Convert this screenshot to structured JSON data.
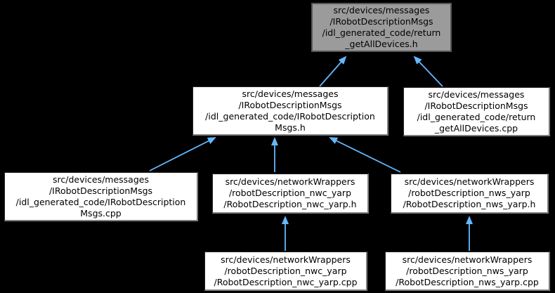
{
  "diagram": {
    "type": "include-dependency-graph",
    "background_color": "#000000",
    "edge_color": "#63b8ff",
    "node_fill": "#ffffff",
    "highlighted_node_fill": "#9b9b9b",
    "node_text_color": "#000000",
    "nodes": [
      {
        "id": "return_getAllDevices_h",
        "label": "src/devices/messages\n/IRobotDescriptionMsgs\n/idl_generated_code/return\n_getAllDevices.h",
        "highlighted": true
      },
      {
        "id": "IRobotDescriptionMsgs_h",
        "label": "src/devices/messages\n/IRobotDescriptionMsgs\n/idl_generated_code/IRobotDescription\nMsgs.h",
        "highlighted": false
      },
      {
        "id": "return_getAllDevices_cpp",
        "label": "src/devices/messages\n/IRobotDescriptionMsgs\n/idl_generated_code/return\n_getAllDevices.cpp",
        "highlighted": false
      },
      {
        "id": "IRobotDescriptionMsgs_cpp",
        "label": "src/devices/messages\n/IRobotDescriptionMsgs\n/idl_generated_code/IRobotDescription\nMsgs.cpp",
        "highlighted": false
      },
      {
        "id": "RobotDescription_nwc_yarp_h",
        "label": "src/devices/networkWrappers\n/robotDescription_nwc_yarp\n/RobotDescription_nwc_yarp.h",
        "highlighted": false
      },
      {
        "id": "RobotDescription_nws_yarp_h",
        "label": "src/devices/networkWrappers\n/robotDescription_nws_yarp\n/RobotDescription_nws_yarp.h",
        "highlighted": false
      },
      {
        "id": "RobotDescription_nwc_yarp_cpp",
        "label": "src/devices/networkWrappers\n/robotDescription_nwc_yarp\n/RobotDescription_nwc_yarp.cpp",
        "highlighted": false
      },
      {
        "id": "RobotDescription_nws_yarp_cpp",
        "label": "src/devices/networkWrappers\n/robotDescription_nws_yarp\n/RobotDescription_nws_yarp.cpp",
        "highlighted": false
      }
    ],
    "edges": [
      {
        "from": "IRobotDescriptionMsgs_h",
        "to": "return_getAllDevices_h"
      },
      {
        "from": "return_getAllDevices_cpp",
        "to": "return_getAllDevices_h"
      },
      {
        "from": "IRobotDescriptionMsgs_cpp",
        "to": "IRobotDescriptionMsgs_h"
      },
      {
        "from": "RobotDescription_nwc_yarp_h",
        "to": "IRobotDescriptionMsgs_h"
      },
      {
        "from": "RobotDescription_nws_yarp_h",
        "to": "IRobotDescriptionMsgs_h"
      },
      {
        "from": "RobotDescription_nwc_yarp_cpp",
        "to": "RobotDescription_nwc_yarp_h"
      },
      {
        "from": "RobotDescription_nws_yarp_cpp",
        "to": "RobotDescription_nws_yarp_h"
      }
    ]
  }
}
